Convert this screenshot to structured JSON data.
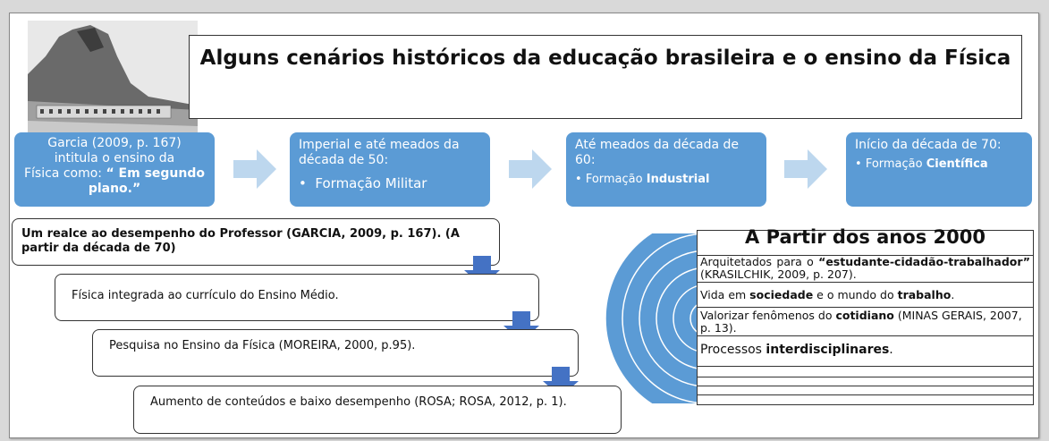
{
  "title": "Alguns cenários históricos da educação brasileira e o ensino da Física",
  "photo": {
    "icon": "historic-photo-pao-de-acucar"
  },
  "timeline": [
    {
      "text_lines": [
        "Garcia (2009, p. 167)",
        "intitula o ensino da",
        "Física como: "
      ],
      "emphasis": "“ Em segundo plano.”"
    },
    {
      "heading": "Imperial e até meados da década de 50:",
      "bullet": "Formação Militar"
    },
    {
      "heading": "Até meados da década de 60:",
      "bullet_prefix": "Formação ",
      "bullet_bold": "Industrial"
    },
    {
      "heading": "Início da década de 70:",
      "bullet_prefix": "Formação ",
      "bullet_bold": "Científica"
    }
  ],
  "steps": [
    {
      "text": "Um realce ao desempenho do Professor (GARCIA, 2009, p. 167). (A partir da década de 70)"
    },
    {
      "text": "Física integrada ao currículo do Ensino Médio."
    },
    {
      "text": "Pesquisa no Ensino da Física (MOREIRA, 2000, p.95)."
    },
    {
      "text": "Aumento de conteúdos e baixo desempenho (ROSA; ROSA, 2012, p. 1)."
    }
  ],
  "panel": {
    "title": "A Partir dos anos 2000",
    "rows": [
      {
        "a": "Arquitetados para o ",
        "b": "“estudante-cidadão-trabalhador”",
        "c": " (KRASILCHIK, 2009, p. 207)."
      },
      {
        "a": "Vida em ",
        "b": "sociedade",
        "c": " e o mundo do ",
        "d": "trabalho",
        "e": "."
      },
      {
        "a": "Valorizar fenômenos do ",
        "b": "cotidiano",
        "c": " (MINAS GERAIS, 2007, p. 13)."
      },
      {
        "a": "Processos ",
        "b": "interdisciplinares",
        "c": "."
      }
    ]
  },
  "colors": {
    "blue": "#5b9bd5",
    "arrow": "#bdd7ee",
    "down_arrow": "#4472c4"
  }
}
